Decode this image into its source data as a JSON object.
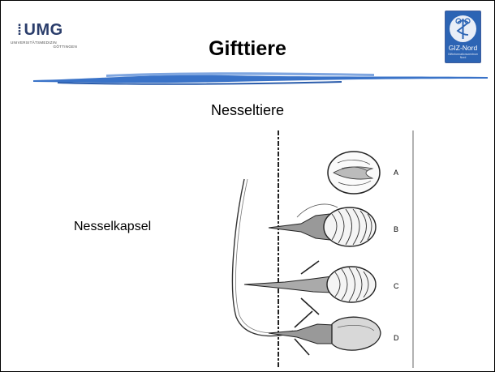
{
  "header": {
    "title": "Gifttiere",
    "logo_left": {
      "word": "UMG",
      "line1": "UNIVERSITÄTSMEDIZIN",
      "line2": "GÖTTINGEN"
    },
    "logo_right": {
      "label": "GIZ-Nord",
      "tiny": "Giftinformationszentrum Nord"
    }
  },
  "slide": {
    "subtitle": "Nesseltiere",
    "side_label": "Nesselkapsel"
  },
  "figure": {
    "stage_labels": [
      "A",
      "B",
      "C",
      "D"
    ]
  },
  "colors": {
    "swoosh": "#3a73c8",
    "umg_blue": "#2a3d6b",
    "giz_blue": "#2c64b4"
  }
}
